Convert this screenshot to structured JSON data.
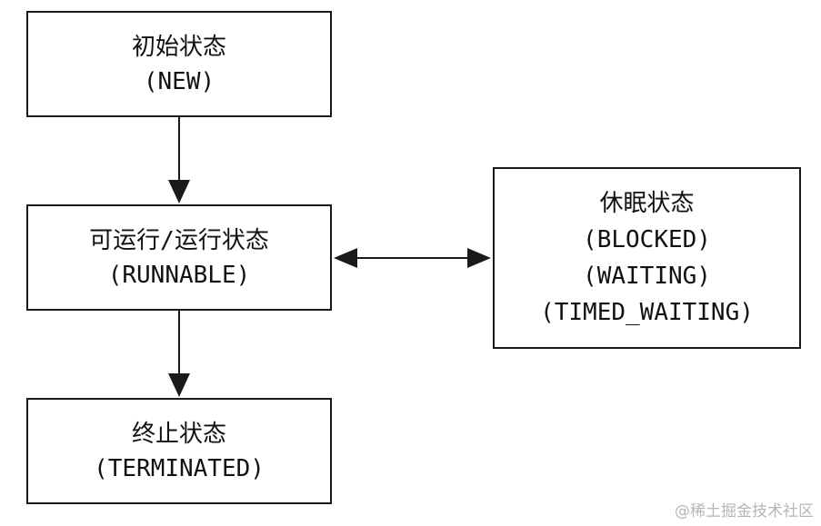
{
  "states": {
    "new": {
      "name": "初始状态",
      "code": "(NEW)"
    },
    "runnable": {
      "name": "可运行/运行状态",
      "code": "(RUNNABLE)"
    },
    "blocked": {
      "name": "休眠状态",
      "codes": [
        "(BLOCKED)",
        "(WAITING)",
        "(TIMED_WAITING)"
      ]
    },
    "terminated": {
      "name": "终止状态",
      "code": "(TERMINATED)"
    }
  },
  "watermark": "@稀土掘金技术社区",
  "colors": {
    "stroke": "#1a1a1a",
    "watermark": "#b5b5b5"
  }
}
